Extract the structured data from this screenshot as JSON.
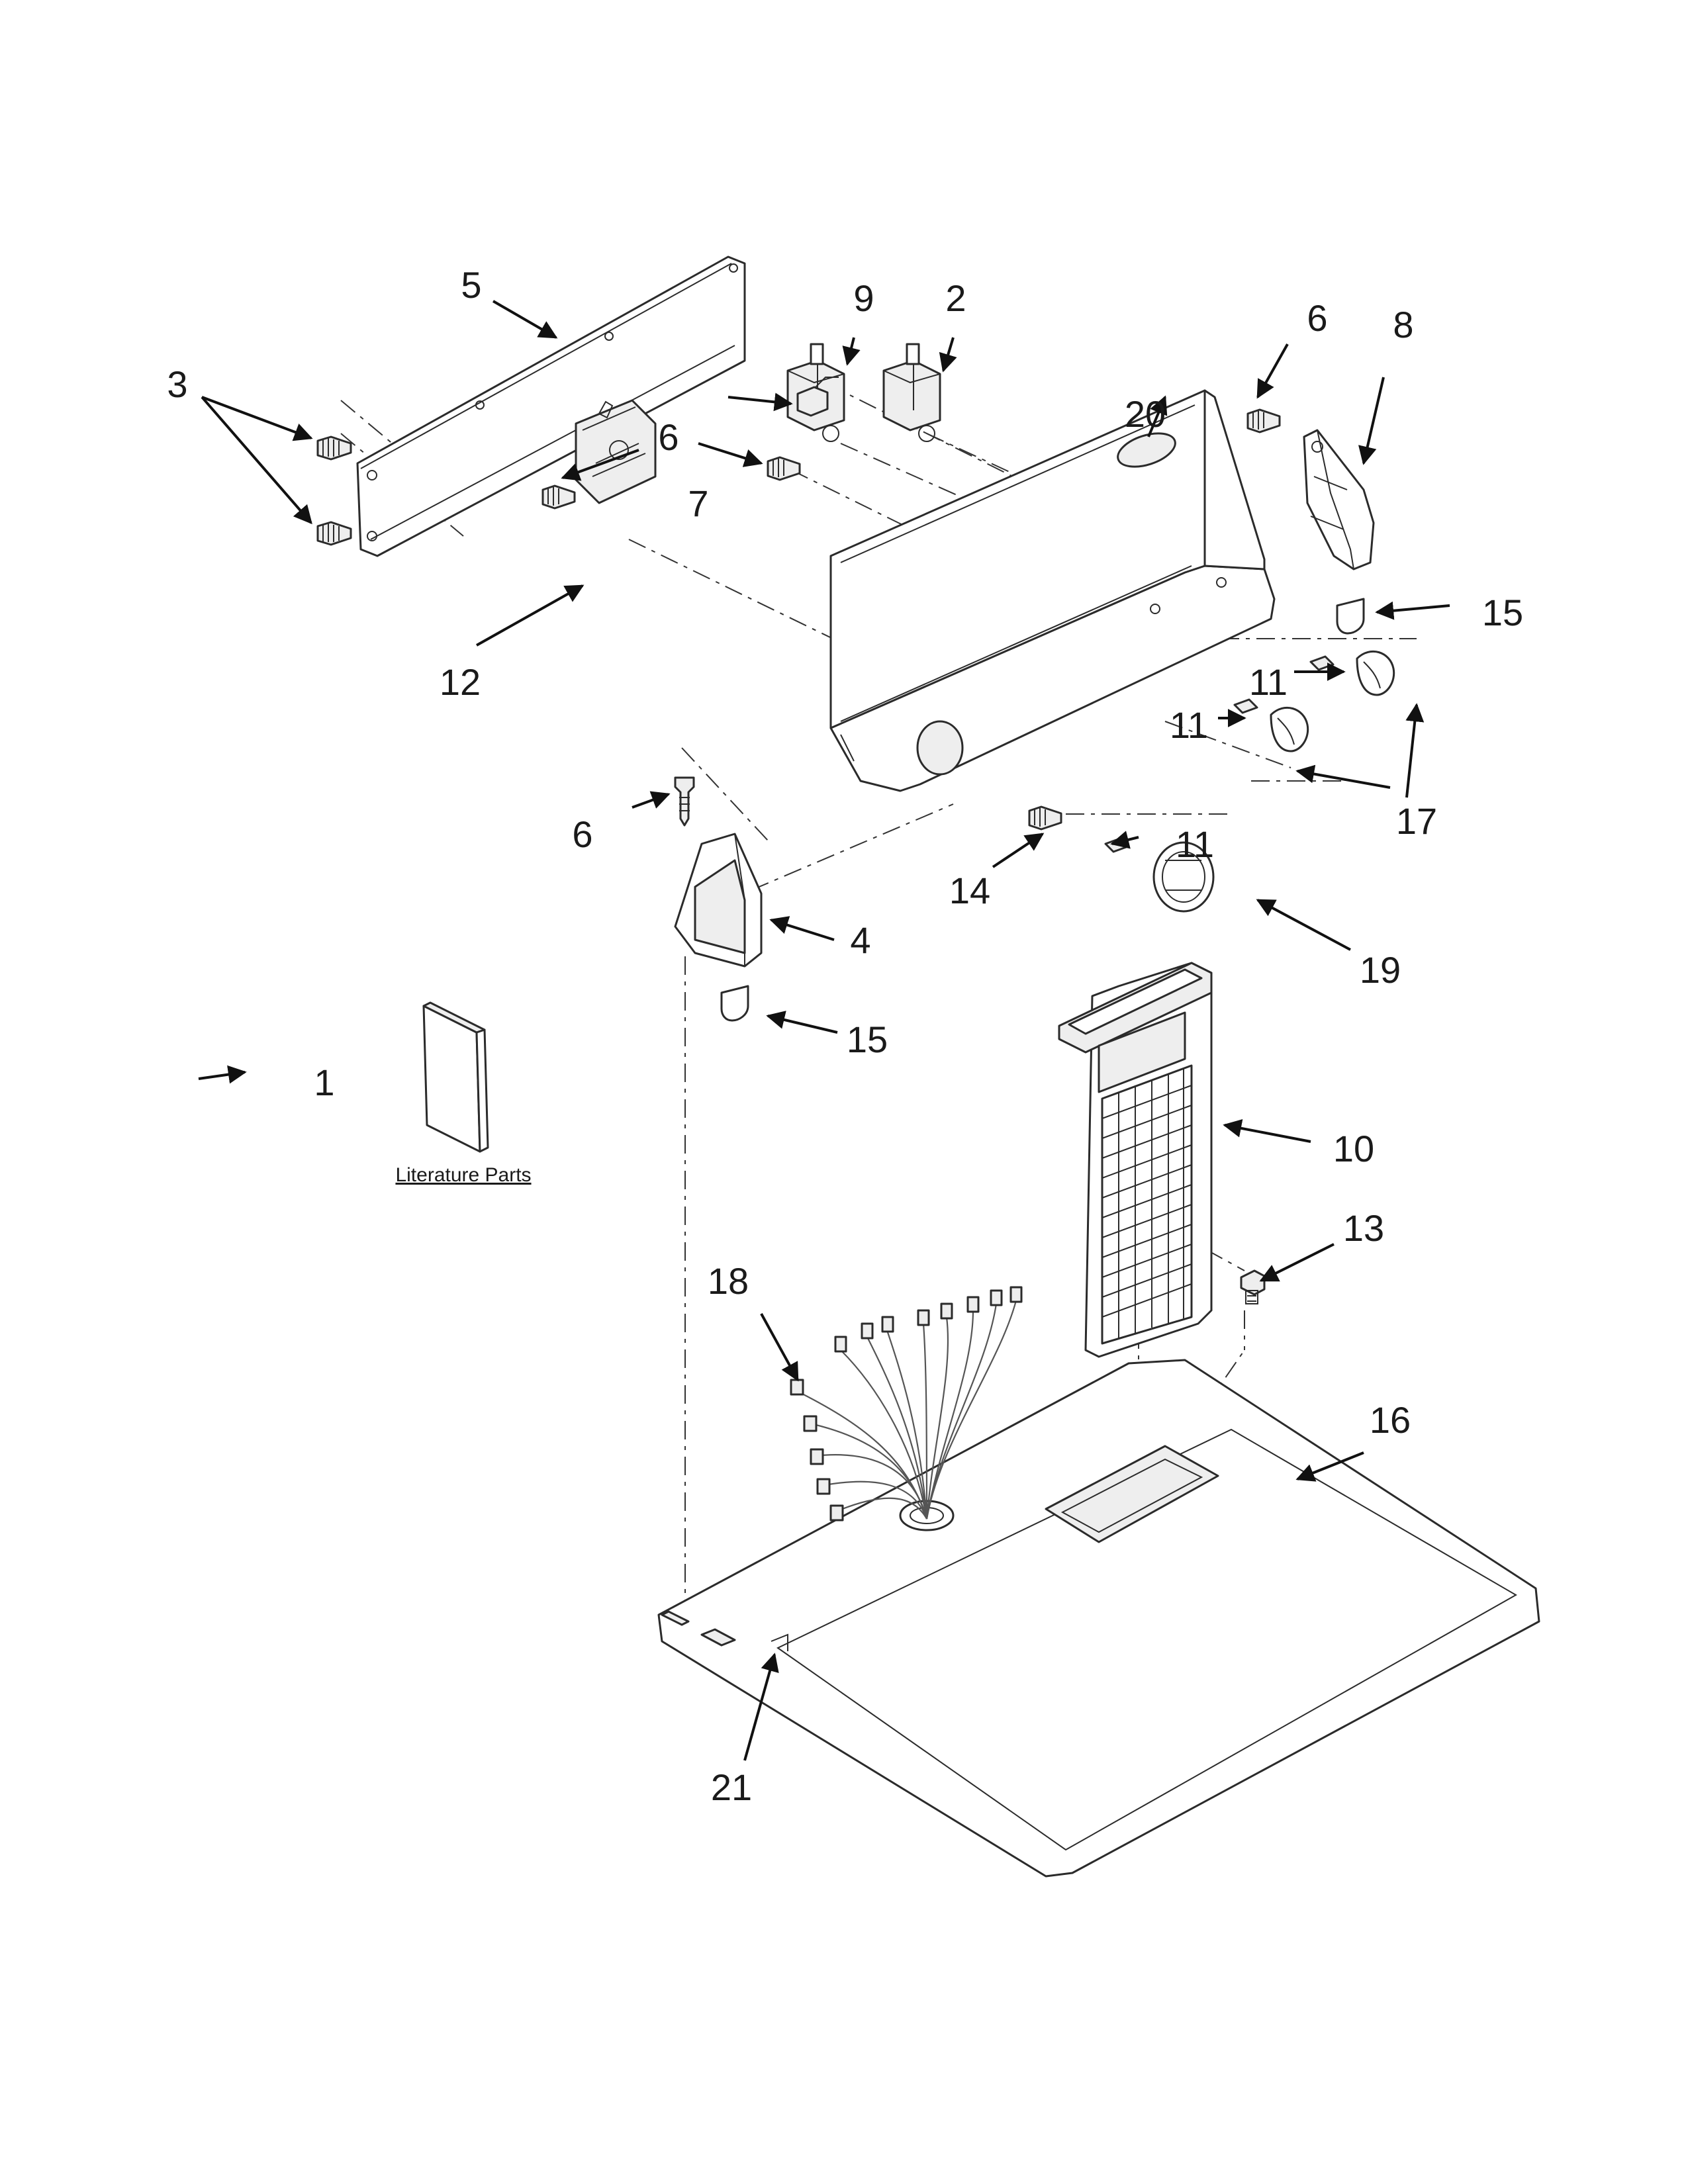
{
  "callouts": {
    "c1": "1",
    "c2": "2",
    "c3": "3",
    "c4": "4",
    "c5": "5",
    "c6a": "6",
    "c6b": "6",
    "c6c": "6",
    "c7": "7",
    "c8": "8",
    "c9": "9",
    "c10": "10",
    "c11a": "11",
    "c11b": "11",
    "c11c": "11",
    "c12": "12",
    "c13": "13",
    "c14": "14",
    "c15a": "15",
    "c15b": "15",
    "c16": "16",
    "c17": "17",
    "c18": "18",
    "c19": "19",
    "c20": "20",
    "c21": "21"
  },
  "literature_label": "Literature Parts"
}
